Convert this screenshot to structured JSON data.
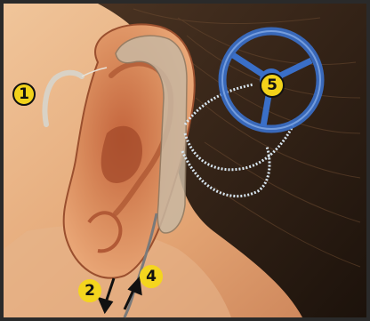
{
  "markers": [
    {
      "label": "1"
    },
    {
      "label": "2"
    },
    {
      "label": "4"
    },
    {
      "label": "5"
    }
  ],
  "colors": {
    "frame": "#2a2a2a",
    "hair": "#2b1c12",
    "skin": "#e0a072",
    "ear": "#d9885a",
    "ear_inner": "#b45a35",
    "coil": "#3a6fc8",
    "cable": "#d8e6f0",
    "processor": "#c9b8a2",
    "marker": "#f2d21a"
  }
}
